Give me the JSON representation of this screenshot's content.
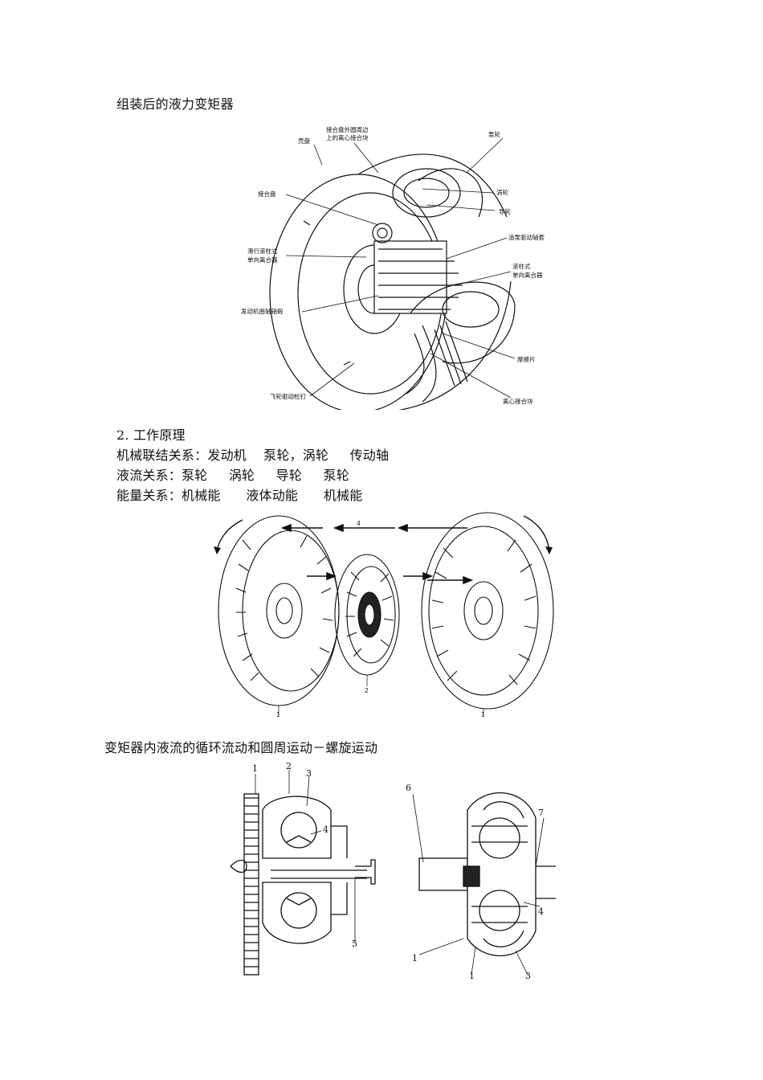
{
  "heading_assembled": "组装后的液力变矩器",
  "figure1": {
    "labels": {
      "shell": "壳盘",
      "clutch_outer": "接合盘外圆周边",
      "clutch_outer2": "上的离心接合块",
      "pump": "泵轮",
      "turbine": "涡轮",
      "stator": "导轮",
      "clutch_plate": "接合盘",
      "pump_sleeve": "油泵驱动轴套",
      "planet_clutch": "滑行滚柱式",
      "planet_clutch2": "单向离合器",
      "roller_clutch": "滚柱式",
      "roller_clutch2": "单向离合器",
      "crank_hub": "发动机曲轴轴毂",
      "friction": "摩擦片",
      "flywheel_bolt": "飞轮驱动检钉",
      "centrifugal": "离心接合块"
    }
  },
  "section_title": "2. 工作原理",
  "relations": {
    "mechanical": "机械联结关系：发动机    泵轮，涡轮     传动轴",
    "fluid": "液流关系：泵轮     涡轮     导轮     泵轮",
    "energy": "能量关系：机械能      液体动能      机械能"
  },
  "figure2": {
    "labels": [
      "4",
      "1",
      "2",
      "1"
    ]
  },
  "caption_flow": "变矩器内液流的循环流动和圆周运动－螺旋运动",
  "figure3": {
    "labels": [
      "1",
      "2",
      "3",
      "4",
      "5",
      "6",
      "7",
      "4",
      "1",
      "1",
      "3"
    ]
  }
}
